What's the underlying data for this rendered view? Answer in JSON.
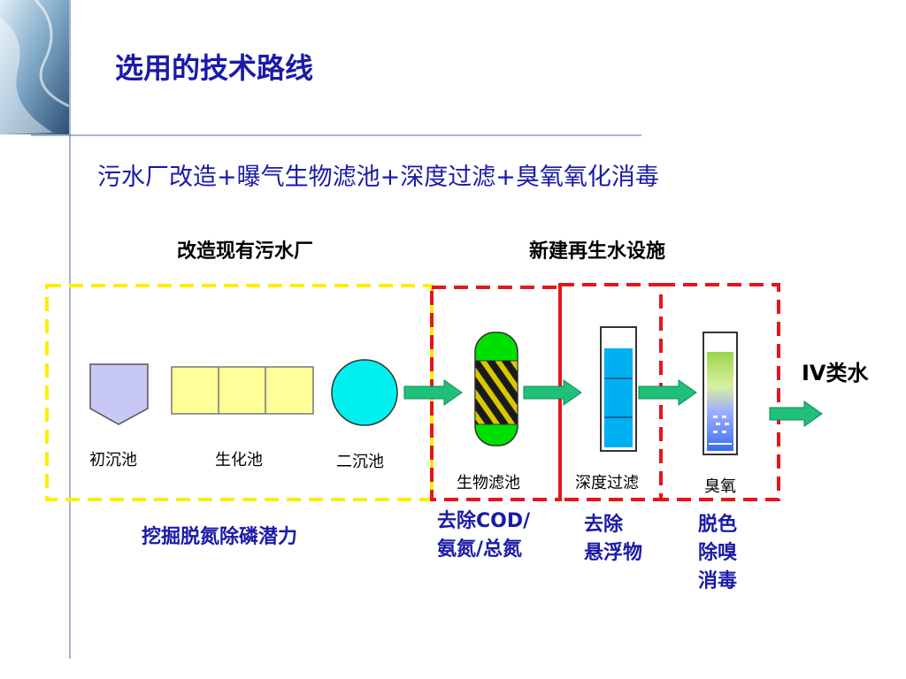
{
  "page": {
    "title": "选用的技术路线",
    "subtitle": "污水厂改造+曝气生物滤池+深度过滤+臭氧氧化消毒"
  },
  "sections": {
    "retrofit": "改造现有污水厂",
    "new_facility": "新建再生水设施"
  },
  "units": {
    "primary_settling": "初沉池",
    "biochemical_tank": "生化池",
    "secondary_settling": "二沉池",
    "biofilter": "生物滤池",
    "deep_filtration": "深度过滤",
    "ozone": "臭氧"
  },
  "output": "IV类水",
  "functions": {
    "retrofit_potential": "挖掘脱氮除磷潜力",
    "biofilter": [
      "去除COD/",
      "氨氮/总氮"
    ],
    "filtration": [
      "去除",
      "悬浮物"
    ],
    "ozone": [
      "脱色",
      "除嗅",
      "消毒"
    ]
  },
  "colors": {
    "title_blue": "#1a1aa8",
    "retrofit_border": "#ffee00",
    "new_border": "#e8141c",
    "arrow_green": "#1fc07a",
    "settling_cone": "#c8c8f5",
    "bio_tank": "#ffff99",
    "clarifier": "#00f0f0",
    "biofilter_body": "#00e000",
    "filter_water": "#00b0f0"
  },
  "icons": {
    "corner_decoration": "water-splash-icon"
  }
}
